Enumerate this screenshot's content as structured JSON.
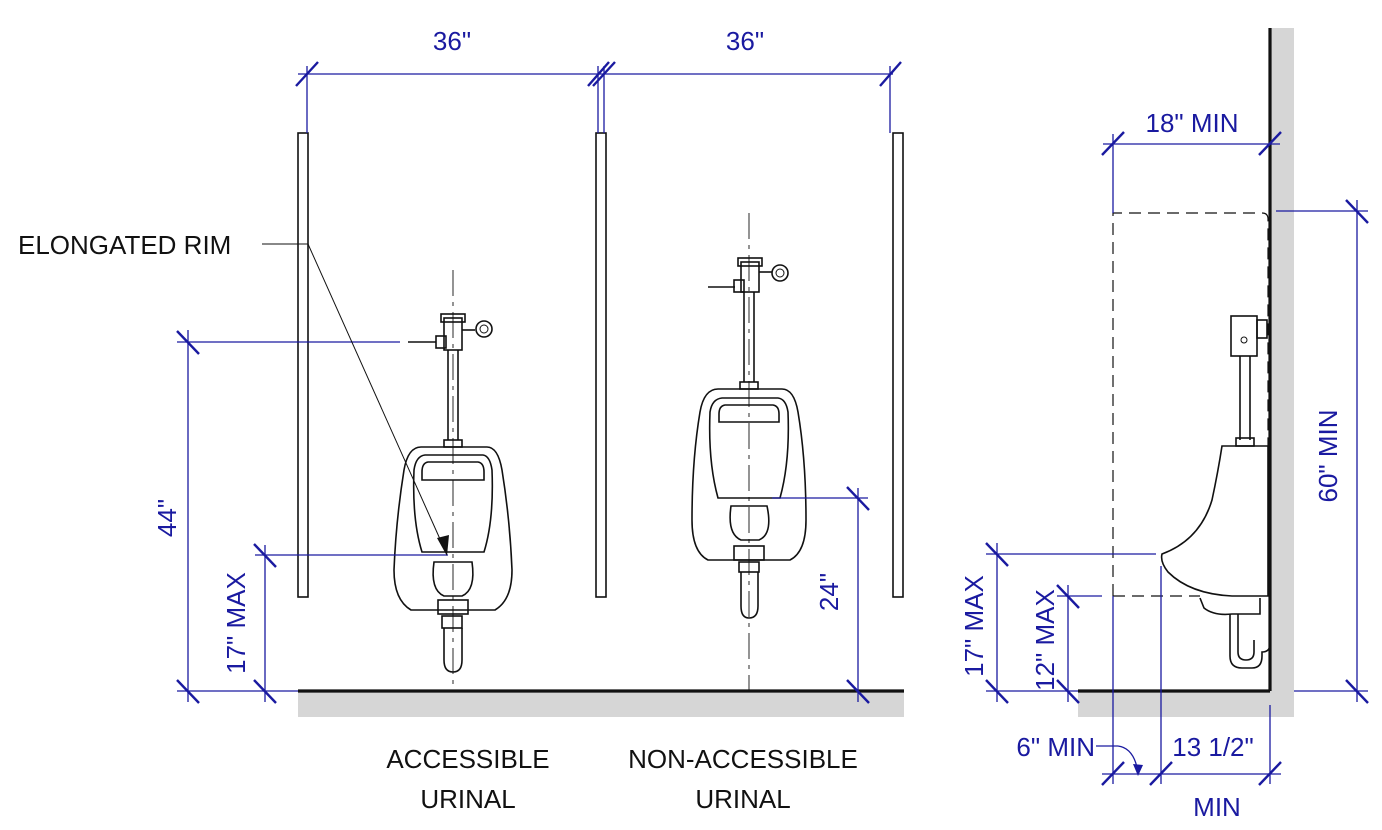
{
  "front_view": {
    "stall_width_left": "36\"",
    "stall_width_right": "36\"",
    "callout": "ELONGATED RIM",
    "flush_valve_height": "44\"",
    "accessible_rim_height": "17\" MAX",
    "non_accessible_rim_height": "24\"",
    "accessible_caption": [
      "ACCESSIBLE",
      "URINAL"
    ],
    "non_accessible_caption": [
      "NON-ACCESSIBLE",
      "URINAL"
    ]
  },
  "side_view": {
    "clear_space_depth": "18\" MIN",
    "clear_space_height": "60\" MIN",
    "rim_height": "17\" MAX",
    "knee_clearance_height": "12\" MAX",
    "toe_clearance": "6\" MIN",
    "rim_projection": "13 1/2\"",
    "rim_projection_suffix": "MIN"
  },
  "colors": {
    "dimension": "#1a1aa0",
    "ink": "#111111",
    "floor_shade": "#d6d6d6"
  }
}
